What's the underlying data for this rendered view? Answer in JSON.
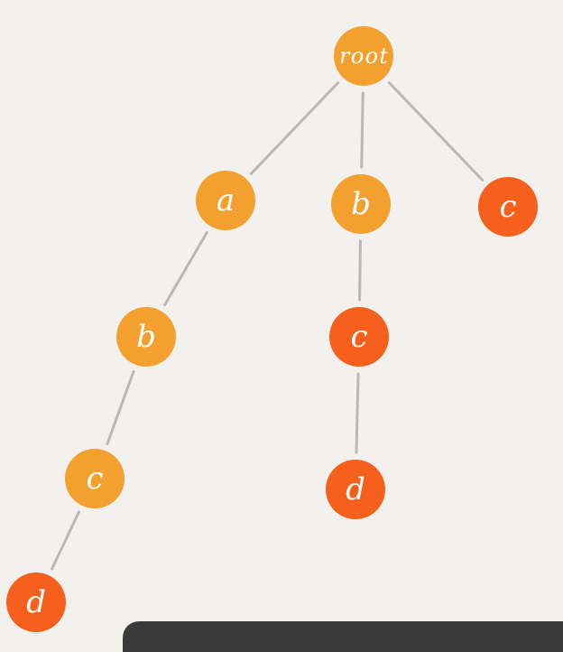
{
  "diagram": {
    "type": "tree",
    "colors": {
      "background": "#f2f1ed",
      "edge": "#b9b8b2",
      "internal_node": "#f3a02f",
      "terminal_node": "#f6601c",
      "label": "#ffffff"
    },
    "nodes": [
      {
        "id": "root",
        "label": "root",
        "kind": "internal"
      },
      {
        "id": "a",
        "label": "a",
        "kind": "internal"
      },
      {
        "id": "b1",
        "label": "b",
        "kind": "internal"
      },
      {
        "id": "c1",
        "label": "c",
        "kind": "terminal"
      },
      {
        "id": "ab",
        "label": "b",
        "kind": "internal"
      },
      {
        "id": "abc",
        "label": "c",
        "kind": "internal"
      },
      {
        "id": "abcd",
        "label": "d",
        "kind": "terminal"
      },
      {
        "id": "bc",
        "label": "c",
        "kind": "terminal"
      },
      {
        "id": "bcd",
        "label": "d",
        "kind": "terminal"
      }
    ],
    "edges": [
      {
        "from": "root",
        "to": "a"
      },
      {
        "from": "root",
        "to": "b1"
      },
      {
        "from": "root",
        "to": "c1"
      },
      {
        "from": "a",
        "to": "ab"
      },
      {
        "from": "ab",
        "to": "abc"
      },
      {
        "from": "abc",
        "to": "abcd"
      },
      {
        "from": "b1",
        "to": "bc"
      },
      {
        "from": "bc",
        "to": "bcd"
      }
    ]
  }
}
